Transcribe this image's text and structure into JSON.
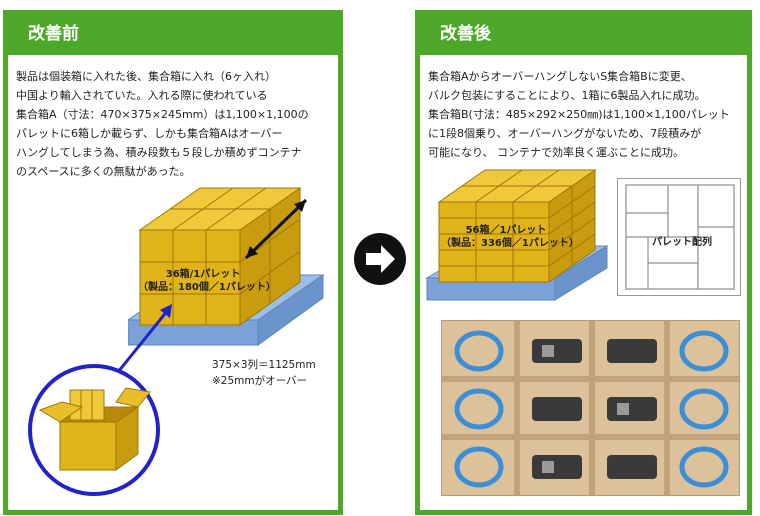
{
  "before": {
    "heading": "改善前",
    "description": "製品は個装箱に入れた後、集合箱に入れ（6ヶ入れ）\n中国より輸入されていた。入れる際に使われている\n集合箱A（寸法：470×375×245mm）は1,100×1,100の\nパレットに6箱しか載らず、しかも集合箱Aはオーバー\nハングしてしまう為、積み段数も５段しか積めずコンテナ\nのスペースに多くの無駄があった。",
    "pallet_label": "36箱/1パレット\n（製品：180個／1パレット）",
    "dimension_note": "375×3列＝1125mm\n※25mmがオーバー"
  },
  "after": {
    "heading": "改善後",
    "description": "集合箱AからオーバーハングしないS集合箱Bに変更、\nバルク包装にすることにより、1箱に6製品入れに成功。\n集合箱B(寸法：485×292×250㎜)は1,100×1,100パレット\nに1段8個乗り、オーバーハングがないため、7段積みが\n可能になり、 コンテナで効率良く運ぶことに成功。",
    "pallet_label": "56箱／1パレット\n（製品：336個／1パレット）",
    "layout_label": "パレット配列"
  },
  "colors": {
    "green": "#4da82a",
    "box": "#e0b318",
    "box_dark": "#b98d0c",
    "pallet": "#8fb4e3",
    "circle": "#2222cc"
  },
  "icons": {
    "arrow": "right-arrow-icon"
  }
}
